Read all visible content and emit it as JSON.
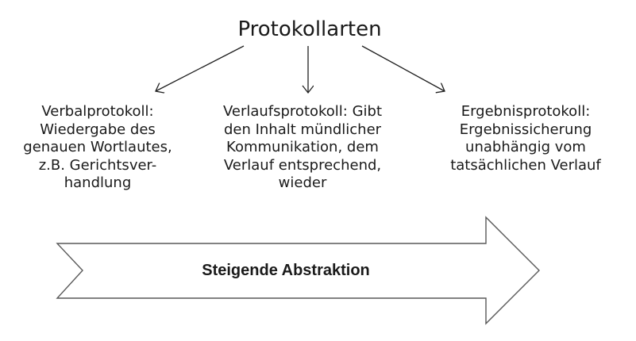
{
  "diagram": {
    "title": "Protokollarten",
    "nodes": [
      {
        "id": "verbalprotokoll",
        "lines": [
          "Verbalprotokoll:",
          "Wiedergabe des",
          "genauen Wortlautes,",
          "z.B. Gerichtsver-",
          "handlung"
        ]
      },
      {
        "id": "verlaufsprotokoll",
        "lines": [
          "Verlaufsprotokoll: Gibt",
          "den Inhalt mündlicher",
          "Kommunikation, dem",
          "Verlauf entsprechend,",
          "wieder"
        ]
      },
      {
        "id": "ergebnisprotokoll",
        "lines": [
          "Ergebnisprotokoll:",
          "Ergebnissicherung",
          "unabhängig vom",
          "tatsächlichen Verlauf"
        ]
      }
    ],
    "banner": {
      "label": "Steigende Abstraktion"
    },
    "icons": {
      "connector_left": "arrow-down-left-icon",
      "connector_middle": "arrow-down-icon",
      "connector_right": "arrow-down-right-icon",
      "banner_shape": "right-arrow-shape"
    },
    "colors": {
      "background": "#ffffff",
      "text": "#1a1a1a",
      "connector_line": "#1f1f1f",
      "shape_outline": "#595959",
      "shape_fill": "#ffffff"
    }
  }
}
